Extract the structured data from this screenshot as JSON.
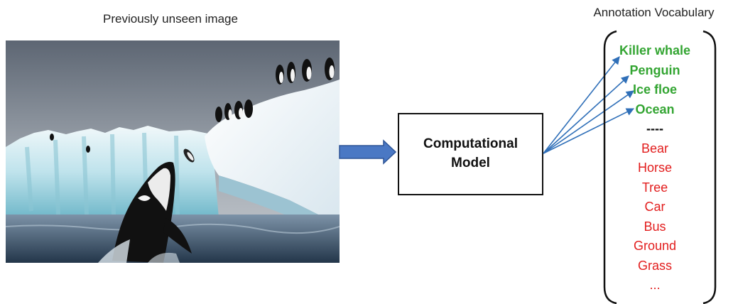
{
  "image_caption": "Previously unseen image",
  "vocab_caption": "Annotation Vocabulary",
  "model": {
    "line1": "Computational",
    "line2": "Model"
  },
  "vocabulary": {
    "positive": [
      "Killer whale",
      "Penguin",
      "Ice floe",
      "Ocean"
    ],
    "separator": "----",
    "negative": [
      "Bear",
      "Horse",
      "Tree",
      "Car",
      "Bus",
      "Ground",
      "Grass",
      "..."
    ]
  },
  "colors": {
    "positive": "#33a532",
    "negative": "#e21d1d",
    "arrow_fill": "#4a78c4",
    "link_lines": "#2f6fb8"
  },
  "icons": {
    "photo": "orca-and-penguins-photo"
  }
}
